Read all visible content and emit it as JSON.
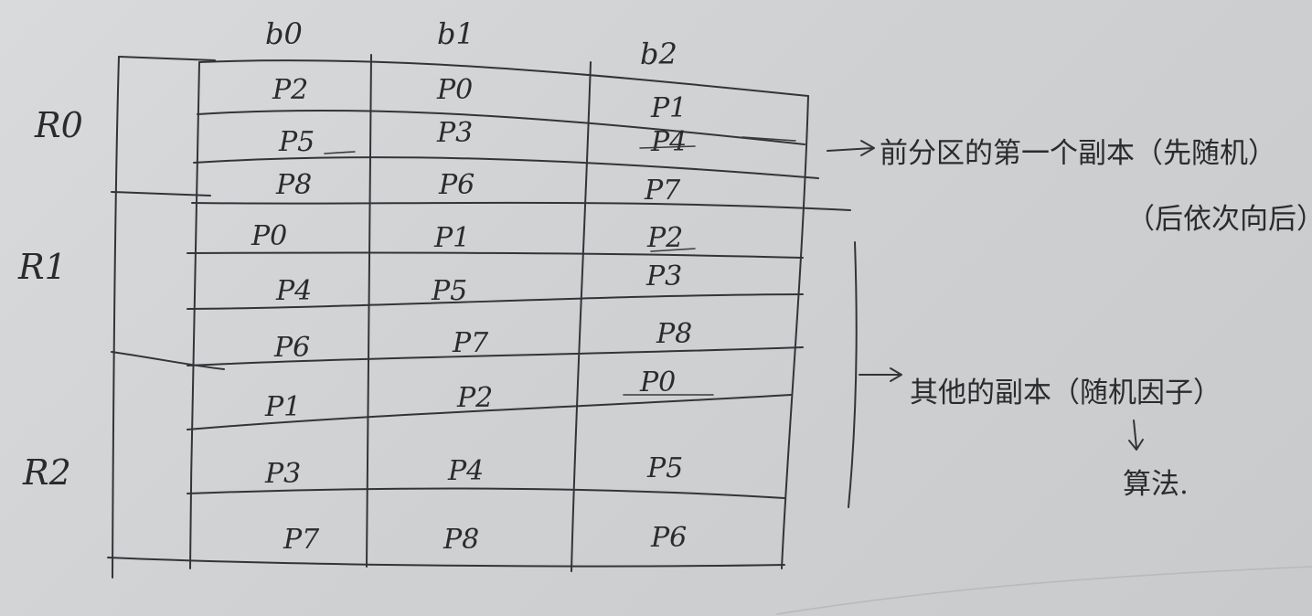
{
  "columns": [
    "b0",
    "b1",
    "b2"
  ],
  "rows": [
    {
      "label": "R0",
      "cells": [
        [
          "P2",
          "P0",
          "P1"
        ],
        [
          "P5",
          "P3",
          "P4"
        ],
        [
          "P8",
          "P6",
          "P7"
        ]
      ]
    },
    {
      "label": "R1",
      "cells": [
        [
          "P0",
          "P1",
          "P2"
        ],
        [
          "P4",
          "P5",
          "P3"
        ],
        [
          "P6",
          "P7",
          "P8"
        ]
      ]
    },
    {
      "label": "R2",
      "cells": [
        [
          "P1",
          "P2",
          "P0"
        ],
        [
          "P3",
          "P4",
          "P5"
        ],
        [
          "P7",
          "P8",
          "P6"
        ]
      ]
    }
  ],
  "notes": {
    "first_replica": "前分区的第一个副本（先随机）",
    "first_replica_sub": "（后依次向后）",
    "other_replicas": "其他的副本（随机因子）",
    "algorithm": "算法."
  }
}
